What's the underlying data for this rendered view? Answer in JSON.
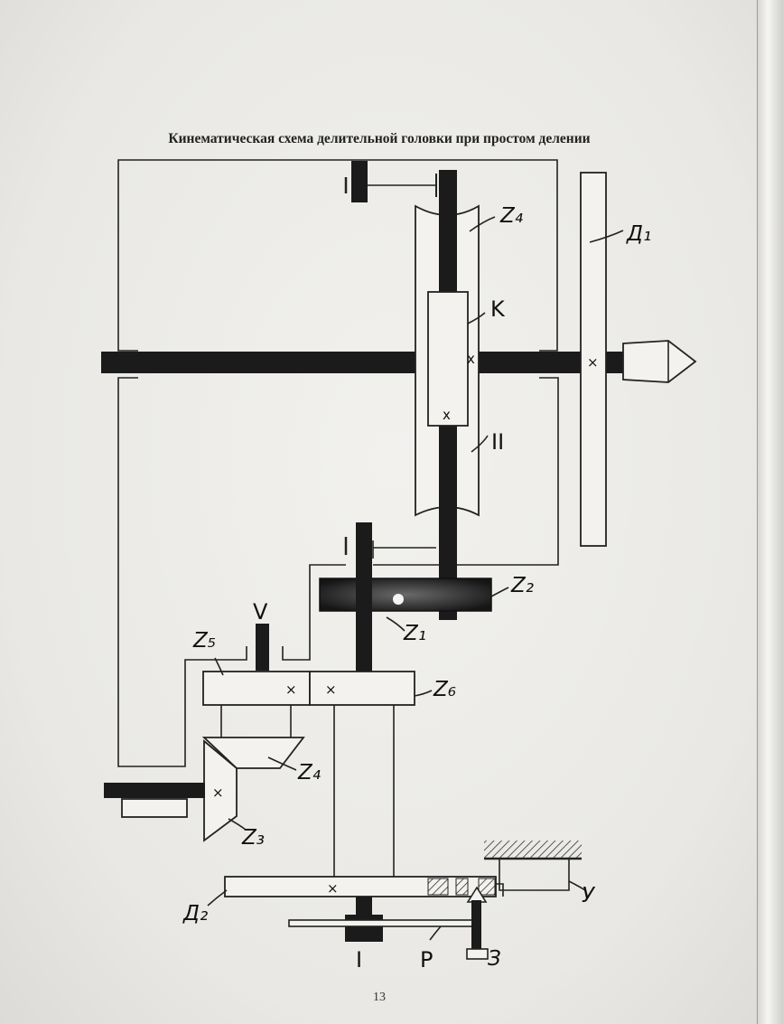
{
  "document": {
    "title": "Кинематическая схема делительной головки при простом делении",
    "page_number": "13"
  },
  "diagram": {
    "labels": {
      "z4_top": "Z₄",
      "d1": "Д₁",
      "k": "K",
      "shaft_ii": "II",
      "z2": "Z₂",
      "z1": "Z₁",
      "v": "V",
      "z5": "Z₅",
      "z6": "Z₆",
      "z4_bevel": "Z₄",
      "z3": "Z₃",
      "d2": "Д₂",
      "u": "У",
      "shaft_i": "I",
      "p": "P",
      "z": "З"
    },
    "colors": {
      "shaft": "#1b1b1b",
      "line": "#222222",
      "paper": "#eeede9"
    }
  }
}
